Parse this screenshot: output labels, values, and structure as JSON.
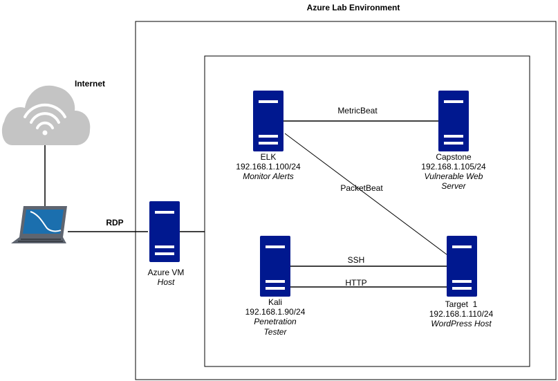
{
  "title": "Azure Lab Environment",
  "internet_label": "Internet",
  "rdp_label": "RDP",
  "colors": {
    "server_blue": "#00188F",
    "server_slot": "#FFFFFF",
    "cloud_gray": "#C4C4C4",
    "laptop_screen": "#1B6FAE",
    "laptop_body": "#5E6570",
    "line": "#000000"
  },
  "nodes": {
    "azure_vm": {
      "name": "Azure VM",
      "role": "Host"
    },
    "elk": {
      "name": "ELK",
      "ip": "192.168.1.100/24",
      "role": "Monitor Alerts"
    },
    "capstone": {
      "name": "Capstone",
      "ip": "192.168.1.105/24",
      "role_line1": "Vulnerable Web",
      "role_line2": "Server"
    },
    "kali": {
      "name": "Kali",
      "ip": "192.168.1.90/24",
      "role_line1": "Penetration",
      "role_line2": "Tester"
    },
    "target1": {
      "name": "Target  1",
      "ip": "192.168.1.110/24",
      "role": "WordPress Host"
    }
  },
  "connections": {
    "metricbeat": "MetricBeat",
    "packetbeat": "PacketBeat",
    "ssh": "SSH",
    "http": "HTTP"
  }
}
